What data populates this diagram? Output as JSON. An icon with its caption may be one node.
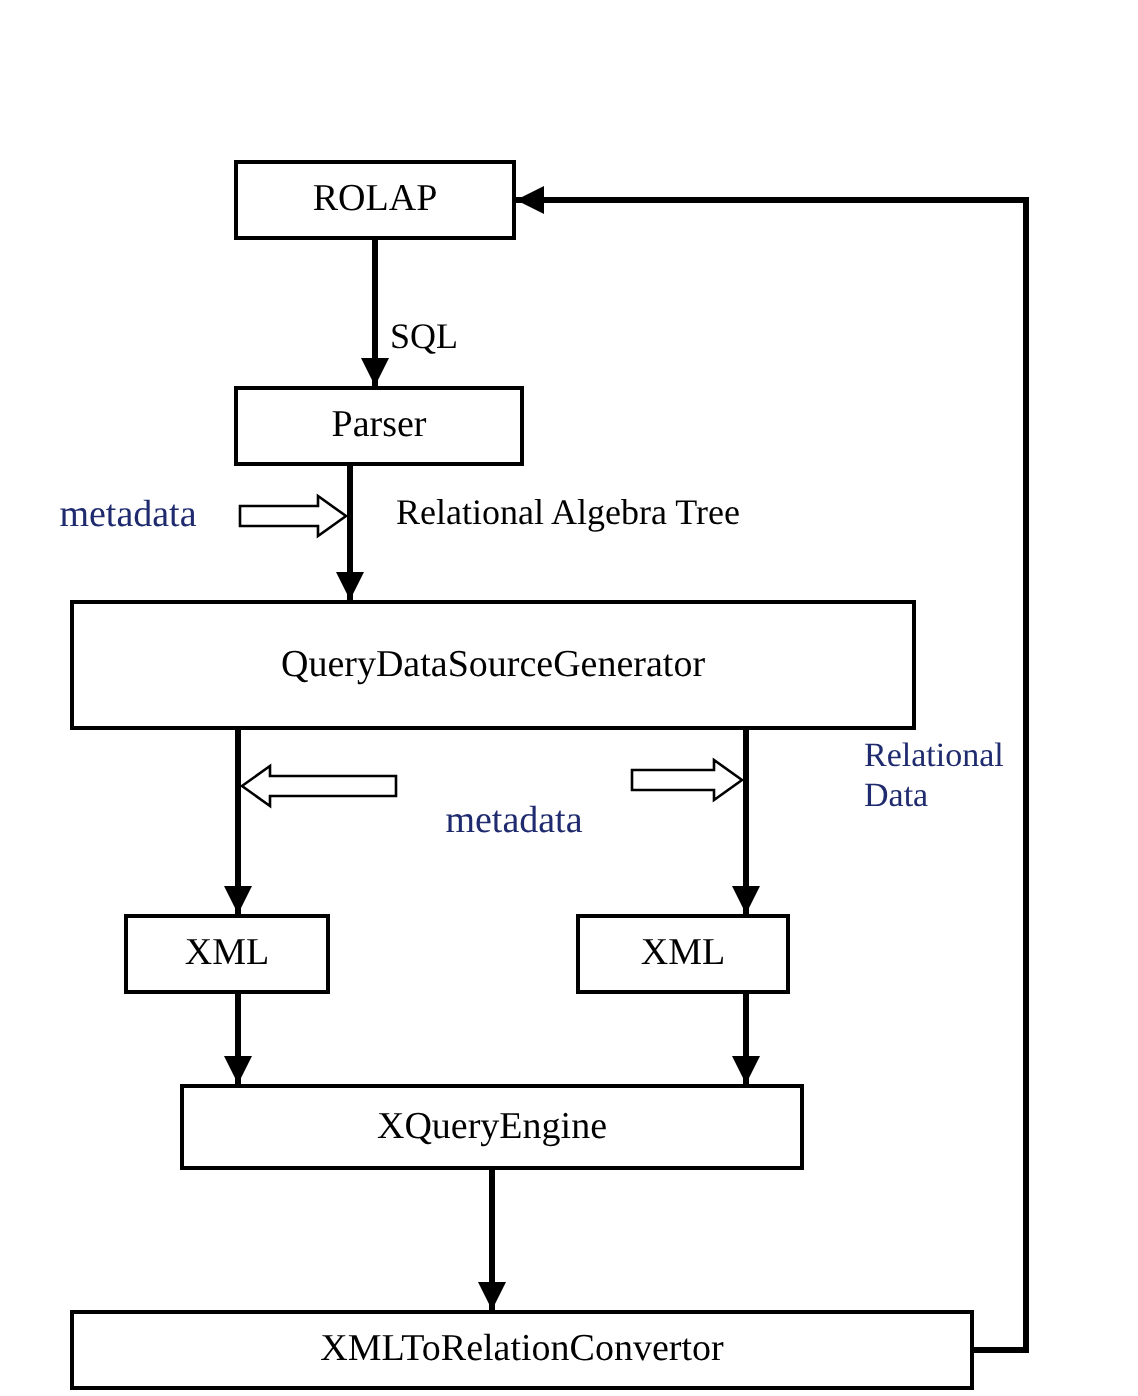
{
  "diagram": {
    "nodes": [
      {
        "text": [
          "ROLAP"
        ]
      },
      {
        "text": [
          "Parser"
        ]
      },
      {
        "text": [
          "QueryDataSourceGenerator"
        ]
      },
      {
        "text": [
          "XML"
        ]
      },
      {
        "text": [
          "XML"
        ]
      },
      {
        "text": [
          "XQueryEngine"
        ]
      },
      {
        "text": [
          "XMLToRelationConvertor"
        ]
      },
      {
        "text": [
          "metadata"
        ]
      },
      {
        "text": [
          "metadata"
        ]
      }
    ],
    "edges": [
      {
        "from": 0,
        "to": 1,
        "arrow": "to",
        "label": "SQL"
      },
      {
        "from": 1,
        "to": 2,
        "arrow": "to",
        "label": "Relational Algebra Tree"
      },
      {
        "from": 2,
        "to": 3,
        "arrow": "to"
      },
      {
        "from": 2,
        "to": 4,
        "arrow": "to"
      },
      {
        "from": 3,
        "to": 5,
        "arrow": "to"
      },
      {
        "from": 4,
        "to": 5,
        "arrow": "to"
      },
      {
        "from": 5,
        "to": 6,
        "arrow": "to"
      },
      {
        "from": 6,
        "to": 0,
        "arrow": "to",
        "label": "Relational Data"
      },
      {
        "from": 7,
        "to": null,
        "arrow": "to"
      },
      {
        "from": 8,
        "to": null,
        "arrow": "to"
      },
      {
        "from": 8,
        "to": null,
        "arrow": "to"
      }
    ]
  }
}
